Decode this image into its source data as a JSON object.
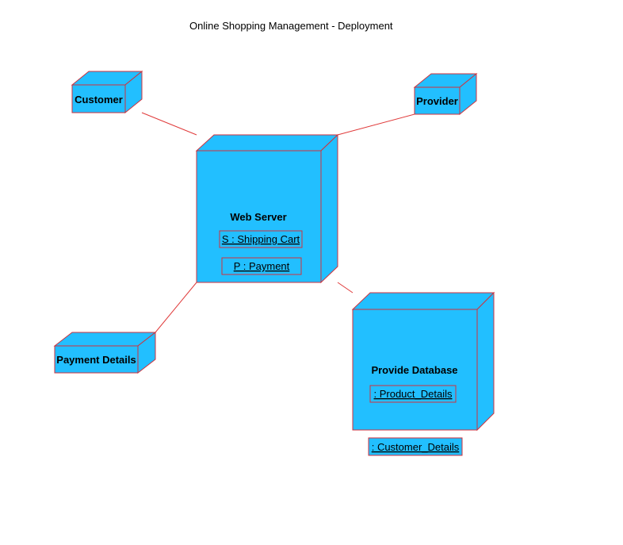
{
  "diagram": {
    "title": "Online Shopping Management - Deployment",
    "colors": {
      "fill": "#22BFFF",
      "stroke": "#D0323C",
      "line": "#E03A3A",
      "text": "#000000"
    },
    "nodes": {
      "customer": {
        "label": "Customer"
      },
      "provider": {
        "label": "Provider"
      },
      "web_server": {
        "label": "Web Server"
      },
      "payment_details": {
        "label": "Payment Details"
      },
      "provide_database": {
        "label": "Provide Database"
      }
    },
    "components": {
      "shipping_cart": {
        "label": "S : Shipping Cart"
      },
      "payment": {
        "label": "P : Payment"
      },
      "product_details": {
        "label": ": Product_Details"
      },
      "customer_details": {
        "label": ": Customer_Details"
      }
    },
    "connections": [
      {
        "from": "Customer",
        "to": "Web Server"
      },
      {
        "from": "Provider",
        "to": "Web Server"
      },
      {
        "from": "Payment Details",
        "to": "Web Server"
      },
      {
        "from": "Web Server",
        "to": "Provide Database"
      }
    ]
  }
}
